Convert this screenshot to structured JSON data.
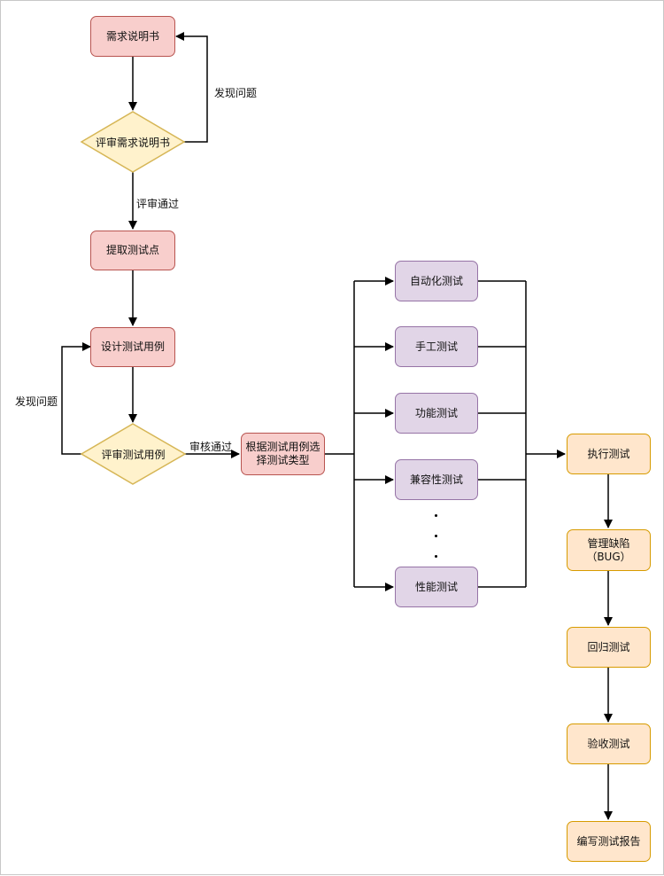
{
  "nodes": {
    "requirements_spec": "需求说明书",
    "review_requirements": "评审需求说明书",
    "extract_test_points": "提取测试点",
    "design_test_cases": "设计测试用例",
    "review_test_cases": "评审测试用例",
    "choose_test_type": "根据测试用例选\n择测试类型",
    "automated_testing": "自动化测试",
    "manual_testing": "手工测试",
    "functional_testing": "功能测试",
    "compatibility_testing": "兼容性测试",
    "performance_testing": "性能测试",
    "execute_testing": "执行测试",
    "manage_defects": "管理缺陷\n（BUG）",
    "regression_testing": "回归测试",
    "acceptance_testing": "验收测试",
    "write_test_report": "编写测试报告"
  },
  "edge_labels": {
    "found_issue_top": "发现问题",
    "review_passed": "评审通过",
    "found_issue_left": "发现问题",
    "audit_passed": "审核通过"
  },
  "colors": {
    "red_fill": "#f8cecc",
    "red_stroke": "#b85450",
    "yellow_fill": "#fff2cc",
    "yellow_stroke": "#d6b656",
    "purple_fill": "#e1d5e7",
    "purple_stroke": "#9673a6",
    "orange_fill": "#ffe6cc",
    "orange_stroke": "#d79b00"
  }
}
